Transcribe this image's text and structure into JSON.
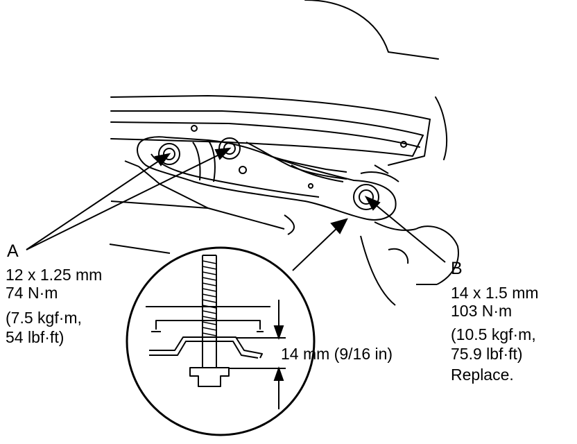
{
  "callout_a": {
    "letter": "A",
    "lines": [
      "12 x 1.25 mm",
      "74 N·m",
      "(7.5 kgf·m,",
      "54 lbf·ft)"
    ]
  },
  "callout_b": {
    "letter": "B",
    "lines": [
      "14 x 1.5 mm",
      "103 N·m",
      "(10.5 kgf·m,",
      "75.9 lbf·ft)",
      "Replace."
    ]
  },
  "dimension": {
    "label": "14 mm (9/16 in)"
  }
}
